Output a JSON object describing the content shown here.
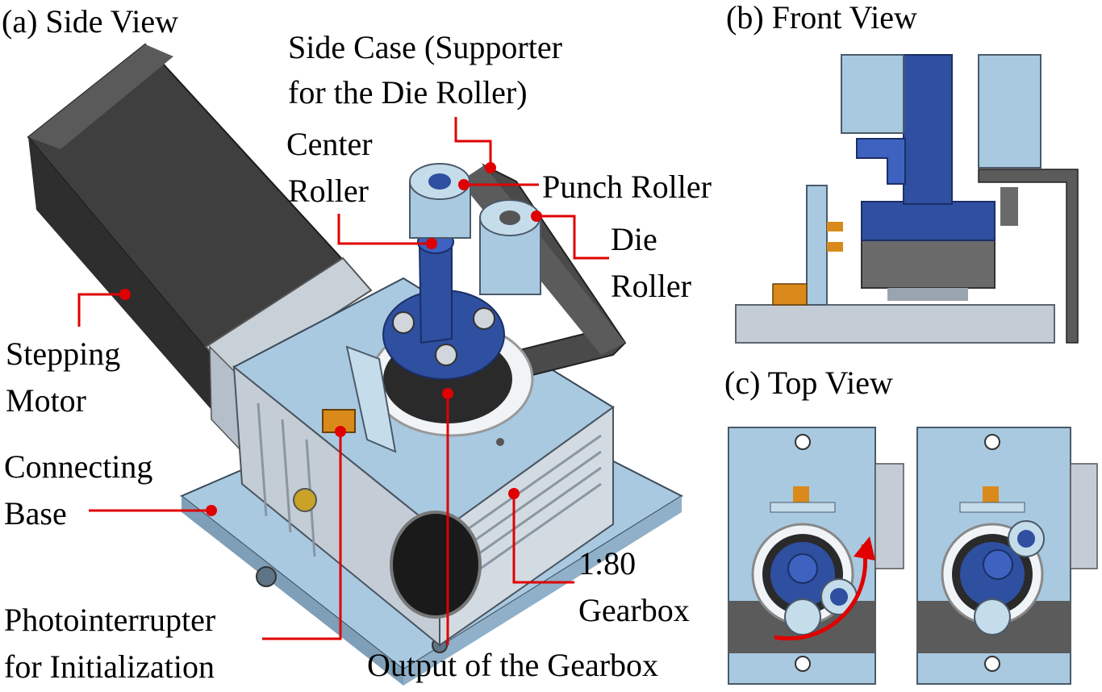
{
  "panels": {
    "side": "(a) Side View",
    "front": "(b) Front View",
    "top": "(c) Top View"
  },
  "labels": {
    "side_case_1": "Side Case (Supporter",
    "side_case_2": "for the Die Roller)",
    "center_1": "Center",
    "center_2": "Roller",
    "punch": "Punch Roller",
    "die_1": "Die",
    "die_2": "Roller",
    "stepping_1": "Stepping",
    "stepping_2": "Motor",
    "connecting_1": "Connecting",
    "connecting_2": "Base",
    "gearbox_1": "1:80",
    "gearbox_2": "Gearbox",
    "photo_1": "Photointerrupter",
    "photo_2": "for Initialization",
    "output": "Output of the Gearbox"
  },
  "colors": {
    "leader": "#e00000",
    "case_light_blue": "#a9c9e0",
    "roller_blue": "#2f4fa0",
    "motor_dark": "#3a3a3a",
    "photointerrupter_orange": "#d98a1a",
    "gearbox_silver": "#c4cdd6"
  }
}
